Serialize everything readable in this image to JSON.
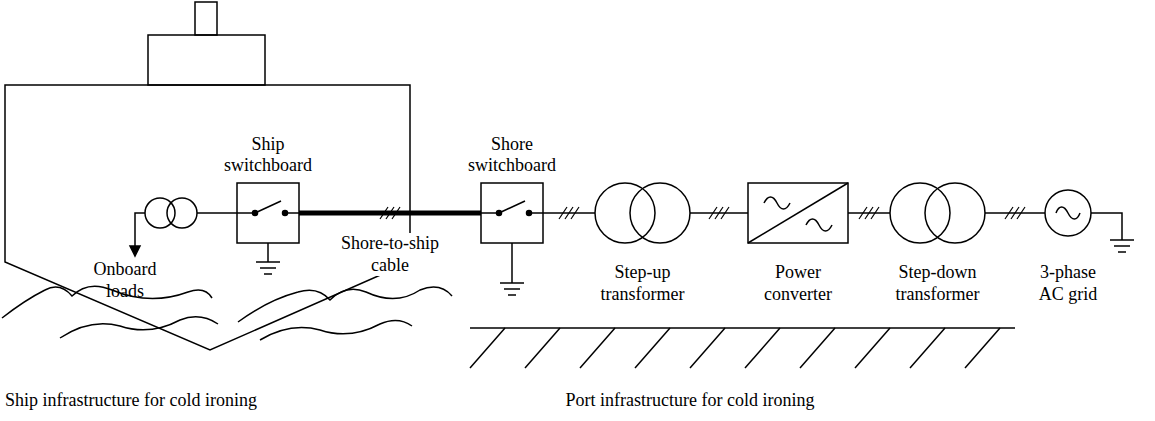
{
  "diagram": {
    "nodes": [
      {
        "text": [
          "Ship switchboard"
        ]
      },
      {
        "text": [
          "Shore switchboard"
        ]
      },
      {
        "text": [
          "Step-up transformer"
        ]
      },
      {
        "text": [
          "Power converter"
        ]
      },
      {
        "text": [
          "Step-down transformer"
        ]
      },
      {
        "text": [
          "3-phase AC grid"
        ]
      }
    ],
    "edges": [
      {
        "from": 0,
        "to": 1,
        "arrow": "none",
        "label": "Shore-to-ship cable"
      },
      {
        "from": 1,
        "to": 2,
        "arrow": "none"
      },
      {
        "from": 2,
        "to": 3,
        "arrow": "none"
      },
      {
        "from": 3,
        "to": 4,
        "arrow": "none"
      },
      {
        "from": 4,
        "to": 5,
        "arrow": "none"
      }
    ],
    "labels": [
      "Onboard loads",
      "Ship infrastructure for cold ironing",
      "Port infrastructure for cold ironing"
    ]
  }
}
